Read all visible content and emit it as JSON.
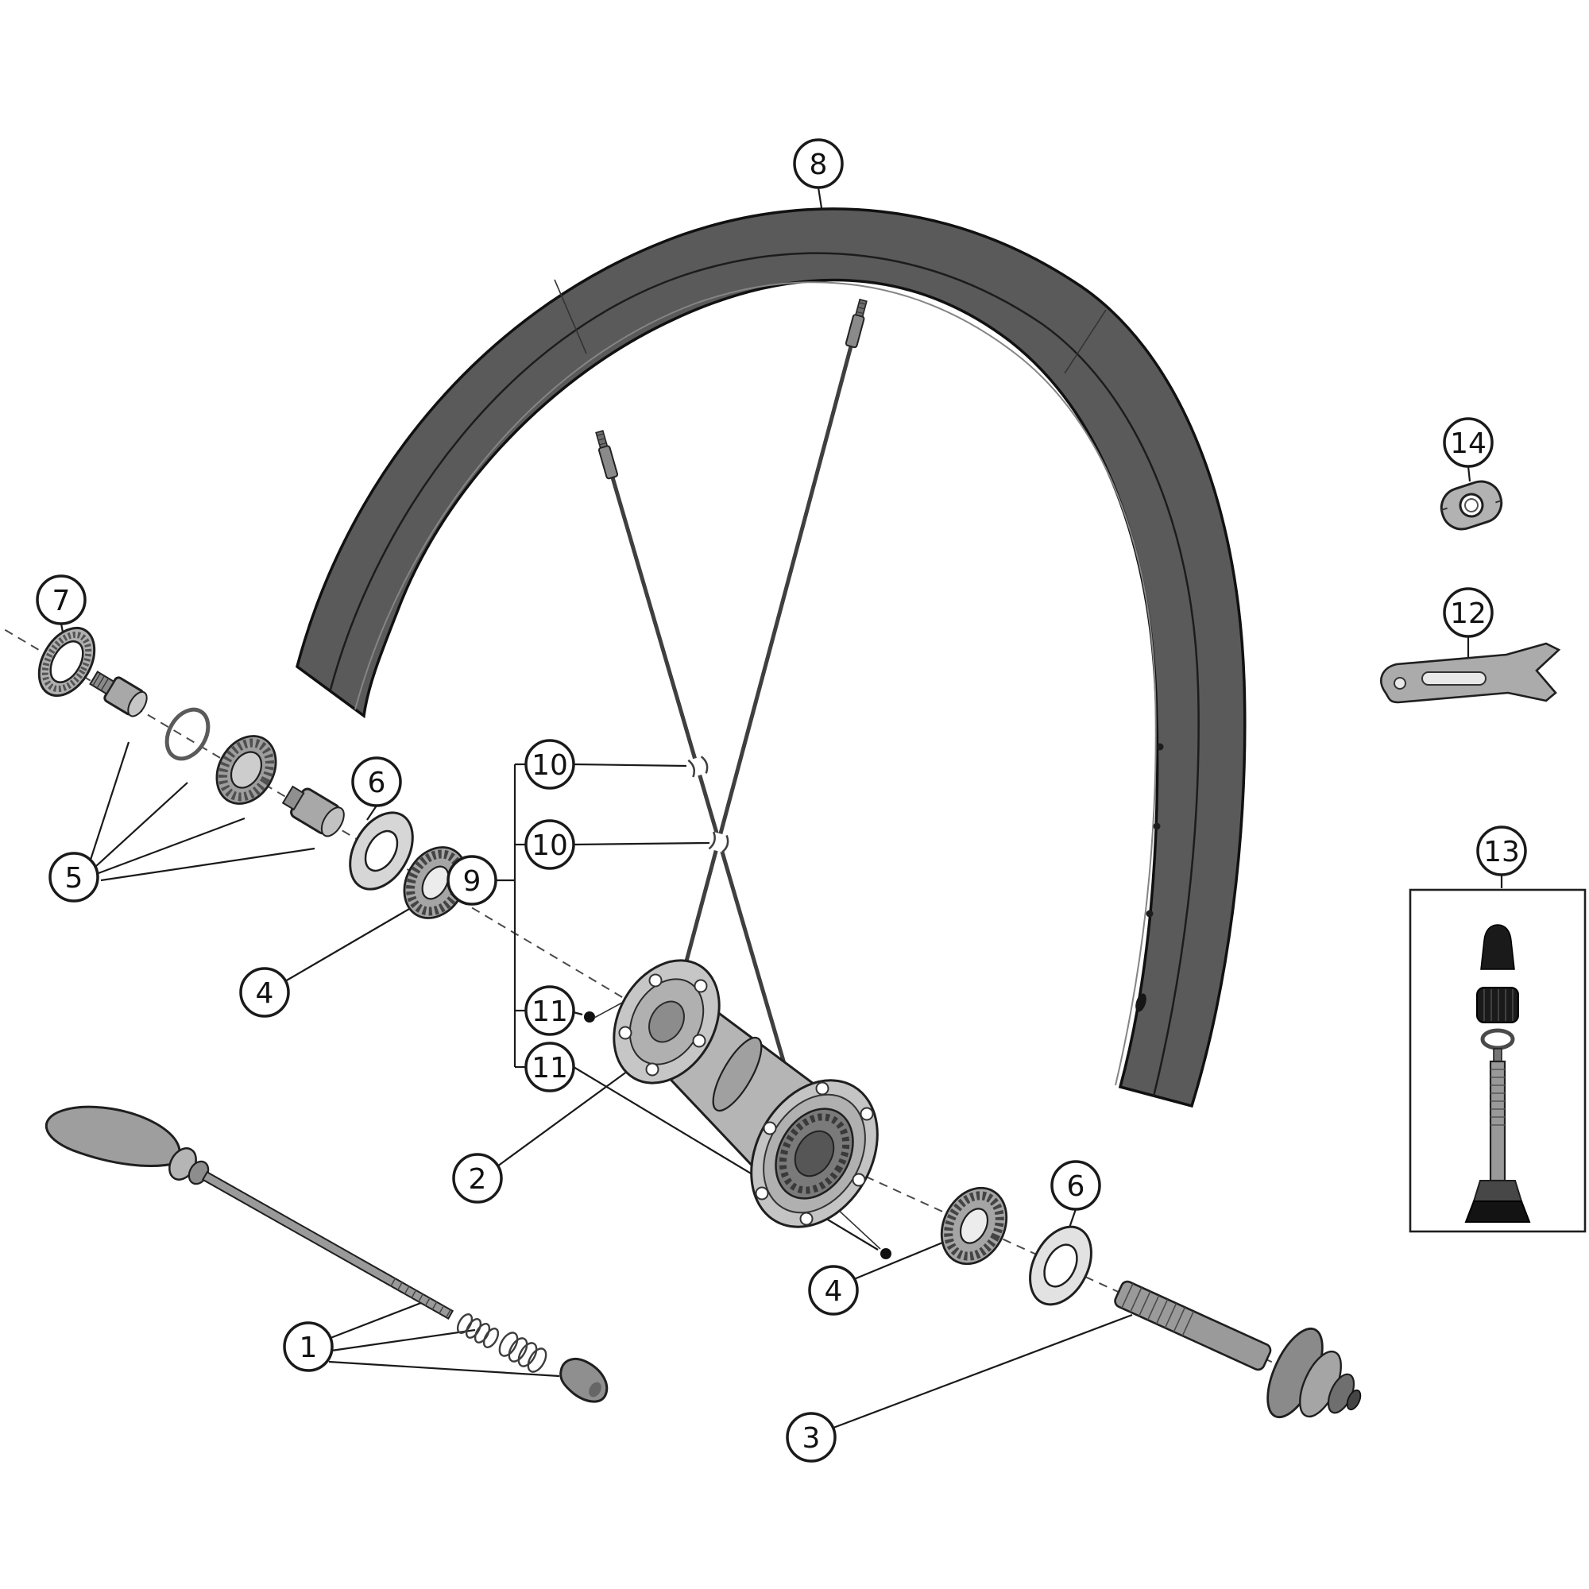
{
  "figure": {
    "background": "#ffffff",
    "line_color": "#1a1a1a",
    "rim_fill": "#5a5a5a",
    "callouts": {
      "c1": "1",
      "c2": "2",
      "c3": "3",
      "c4a": "4",
      "c4b": "4",
      "c5": "5",
      "c6a": "6",
      "c6b": "6",
      "c7": "7",
      "c8": "8",
      "c9": "9",
      "c10a": "10",
      "c10b": "10",
      "c11a": "11",
      "c11b": "11",
      "c12": "12",
      "c13": "13",
      "c14": "14"
    }
  }
}
